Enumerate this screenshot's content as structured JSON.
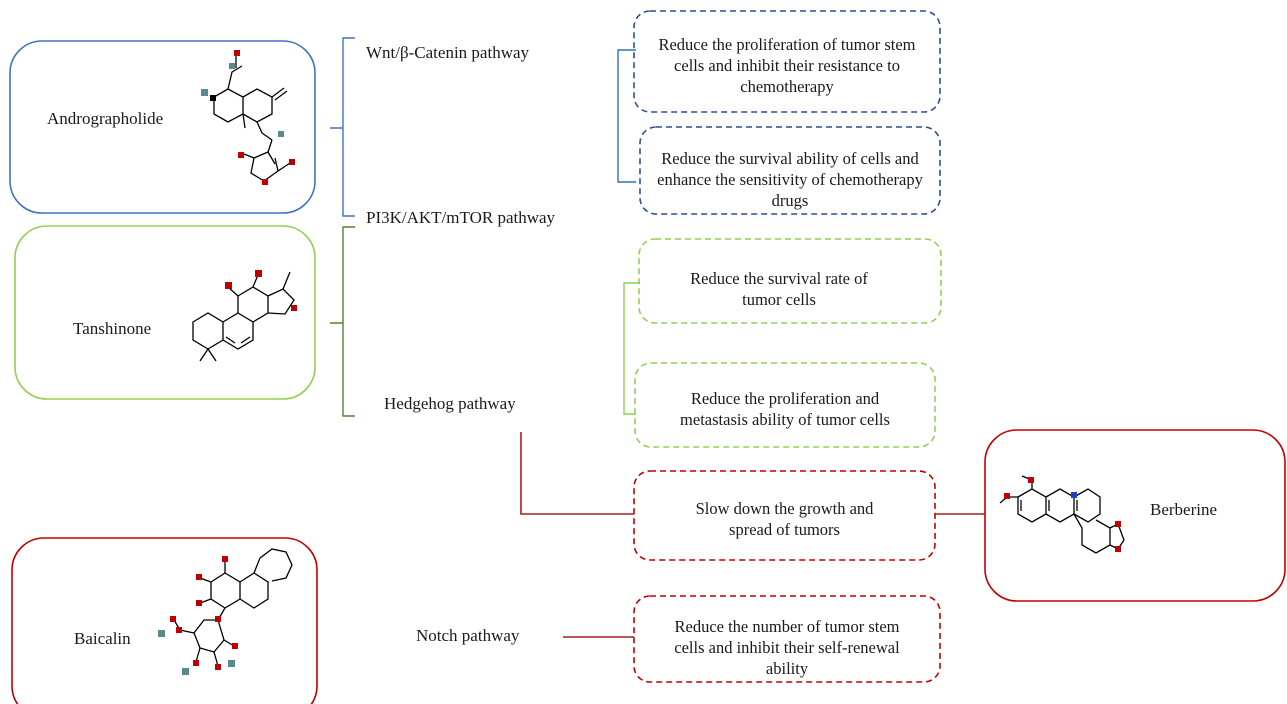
{
  "compounds": {
    "andrographolide": "Andrographolide",
    "tanshinone": "Tanshinone",
    "berberine": "Berberine",
    "baicalin": "Baicalin"
  },
  "pathways": {
    "wnt": "Wnt/β-Catenin pathway",
    "pi3k": "PI3K/AKT/mTOR pathway",
    "hedgehog": "Hedgehog pathway",
    "notch": "Notch pathway"
  },
  "effects": {
    "wnt_1": [
      "Reduce the proliferation of tumor stem",
      "cells and inhibit their resistance to",
      "chemotherapy"
    ],
    "wnt_2": [
      "Reduce the survival ability of cells and",
      "enhance the sensitivity of chemotherapy",
      "drugs"
    ],
    "pi3k_1": [
      "Reduce the survival rate of",
      "tumor cells"
    ],
    "pi3k_2": [
      "Reduce the proliferation and",
      "metastasis ability of tumor cells"
    ],
    "hedgehog_1": [
      "Slow down the growth and",
      "spread of tumors"
    ],
    "notch_1": [
      "Reduce the number of tumor stem",
      "cells and inhibit their self-renewal",
      "ability"
    ]
  },
  "colors": {
    "blue": "#4472c4",
    "navy": "#2f4f8f",
    "green": "#92d050",
    "green_dark": "#548235",
    "red": "#c00000",
    "dark_red": "#a02020"
  }
}
